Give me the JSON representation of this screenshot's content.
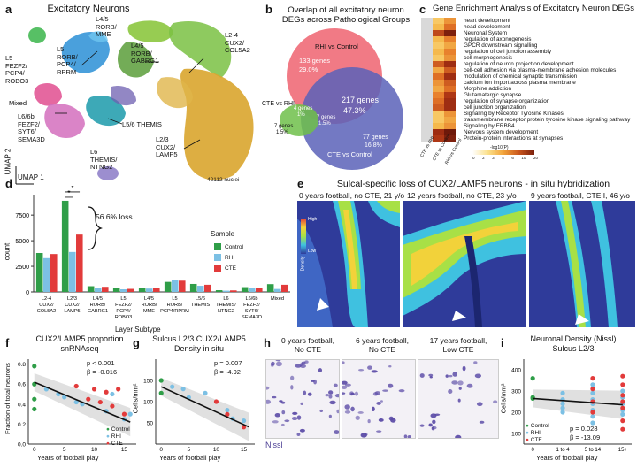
{
  "panel_labels": {
    "a": "a",
    "b": "b",
    "c": "c",
    "d": "d",
    "e": "e",
    "f": "f",
    "g": "g",
    "h": "h",
    "i": "i"
  },
  "umap": {
    "title": "Excitatory Neurons",
    "axis_y": "UMAP 2",
    "axis_x": "UMAP 1",
    "nuclei": "42112 nuclei",
    "clusters": [
      {
        "label": "L5\nFEZF2/\nPCP4/\nROBO3",
        "color": "#39b54a"
      },
      {
        "label": "L5\nRORB/\nPCP4/\nRPRM",
        "color": "#2a8fd6"
      },
      {
        "label": "L4/5\nRORB/\nMME",
        "color": "#8cc63f"
      },
      {
        "label": "L4/5\nRORB/\nGABRG1",
        "color": "#5a9e3a"
      },
      {
        "label": "L2-4\nCUX2/\nCOL5A2",
        "color": "#7ac143"
      },
      {
        "label": "Mixed",
        "color": "#e04e8f"
      },
      {
        "label": "L6/6b\nFEZF2/\nSYT6/\nSEMA3D",
        "color": "#d36fbd"
      },
      {
        "label": "L5/6 THEMIS",
        "color": "#1b9aaa"
      },
      {
        "label": "L2/3\nCUX2/\nLAMP5",
        "color": "#d9a52e"
      },
      {
        "label": "L6\nTHEMIS/\nNTNG2",
        "color": "#8b7ac7"
      }
    ]
  },
  "venn": {
    "title": "Overlap of all excitatory neuron\nDEGs across Pathological Groups",
    "rhi_label": "RHI vs Control",
    "rhi_genes": "133 genes",
    "rhi_pct": "29.0%",
    "cte_control_label": "CTE vs Control",
    "center_genes": "217 genes",
    "center_pct": "47.3%",
    "cte_only_genes": "77 genes",
    "cte_only_pct": "16.8%",
    "cte_rhi_label": "CTE vs RHI",
    "small_a": "4 genes",
    "small_a_pct": "1%",
    "small_b": "7 genes",
    "small_b_pct": "1.5%",
    "small_c": "7 genes",
    "small_c_pct": "1.5%",
    "colors": {
      "rhi": "#ef6b78",
      "cte": "#5b62b8",
      "cte_rhi": "#6fbf4a"
    }
  },
  "heatmap": {
    "title": "Gene Enrichment Analysis of Excitatory Neuron DEGs",
    "terms": [
      "heart development",
      "head development",
      "Neuronal System",
      "regulation of axonogenesis",
      "GPCR downstream signalling",
      "regulation of cell junction assembly",
      "cell morphogenesis",
      "regulation of neuron projection development",
      "cell-cell adhesion via plasma-membrane adhesion molecules",
      "modulation of chemical synaptic transmission",
      "calcium ion import across plasma membrane",
      "Morphine addiction",
      "Glutamatergic synapse",
      "regulation of synapse organization",
      "cell junction organization",
      "Signaling by Receptor Tyrosine Kinases",
      "transmembrane receptor protein tyrosine kinase signaling pathway",
      "Signaling by ERBB4",
      "Nervous system development",
      "Protein-protein interactions at synapses"
    ],
    "columns": [
      "CTE vs RHI",
      "CTE vs Control",
      "RHI vs Control"
    ],
    "values": [
      [
        0,
        3,
        6
      ],
      [
        0,
        4,
        8
      ],
      [
        0,
        10,
        14
      ],
      [
        0,
        4,
        7
      ],
      [
        0,
        3,
        5
      ],
      [
        0,
        4,
        7
      ],
      [
        0,
        3,
        6
      ],
      [
        0,
        9,
        12
      ],
      [
        0,
        5,
        9
      ],
      [
        0,
        8,
        12
      ],
      [
        0,
        6,
        9
      ],
      [
        0,
        5,
        8
      ],
      [
        0,
        7,
        11
      ],
      [
        0,
        8,
        12
      ],
      [
        0,
        9,
        12
      ],
      [
        0,
        3,
        6
      ],
      [
        0,
        3,
        5
      ],
      [
        0,
        4,
        6
      ],
      [
        0,
        12,
        15
      ],
      [
        0,
        11,
        14
      ]
    ],
    "scale_label": "-log10(P)",
    "scale_ticks": [
      "0",
      "2",
      "3",
      "4",
      "6",
      "10",
      "20"
    ]
  },
  "chart_data": [
    {
      "type": "bar",
      "title": "",
      "ylabel": "count",
      "xlabel": "Layer Subtype",
      "ylim": [
        0,
        9500
      ],
      "categories": [
        "L2-4\nCUX2/\nCOL5A2",
        "L2/3\nCUX2/\nLAMP5",
        "L4/5\nRORB/\nGABRG1",
        "L5\nFEZF2/\nPCP4/\nROBO3",
        "L4/5\nRORB/\nMME",
        "L5\nRORB/\nPCP4/RPRM",
        "L5/6\nTHEMIS",
        "L6\nTHEMIS/\nNTNG2",
        "L6/6b\nFEZF2/\nSYT6/\nSEMA3D",
        "Mixed"
      ],
      "series": [
        {
          "name": "Control",
          "values": [
            3800,
            8900,
            560,
            380,
            420,
            980,
            780,
            170,
            470,
            760
          ]
        },
        {
          "name": "RHI",
          "values": [
            3300,
            3900,
            420,
            260,
            330,
            1150,
            600,
            120,
            390,
            290
          ]
        },
        {
          "name": "CTE",
          "values": [
            3700,
            5600,
            500,
            300,
            380,
            1100,
            700,
            150,
            420,
            700
          ]
        }
      ],
      "colors": {
        "Control": "#2f9e48",
        "RHI": "#7cc0e4",
        "CTE": "#e23b3b"
      },
      "yticks": [
        "0",
        "2500",
        "5000",
        "7500"
      ],
      "annotation": "56.6% loss",
      "legend_title": "Sample",
      "sig_marks": [
        "*",
        "*"
      ]
    },
    {
      "type": "scatter",
      "title": "CUX2/LAMP5 proportion\nsnRNAseq",
      "xlabel": "Years of football play",
      "ylabel": "Fraction of total neurons",
      "xlim": [
        -1,
        17
      ],
      "ylim": [
        0,
        0.85
      ],
      "xticks": [
        "0",
        "5",
        "10",
        "15"
      ],
      "yticks": [
        "0.0",
        "0.2",
        "0.4",
        "0.6",
        "0.8"
      ],
      "stats": [
        "p < 0.001",
        "β = -0.016"
      ],
      "legend": [
        "Control",
        "RHI",
        "CTE"
      ],
      "series": [
        {
          "name": "Control",
          "points": [
            [
              0,
              0.78
            ],
            [
              0,
              0.6
            ],
            [
              0,
              0.45
            ],
            [
              0,
              0.35
            ]
          ]
        },
        {
          "name": "RHI",
          "points": [
            [
              2,
              0.55
            ],
            [
              4,
              0.5
            ],
            [
              5,
              0.47
            ],
            [
              7,
              0.42
            ],
            [
              8,
              0.4
            ],
            [
              12,
              0.33
            ],
            [
              13,
              0.5
            ],
            [
              15,
              0.25
            ],
            [
              16,
              0.3
            ]
          ]
        },
        {
          "name": "CTE",
          "points": [
            [
              7,
              0.58
            ],
            [
              9,
              0.45
            ],
            [
              10,
              0.55
            ],
            [
              11,
              0.42
            ],
            [
              12,
              0.52
            ],
            [
              13,
              0.38
            ],
            [
              14,
              0.55
            ],
            [
              15,
              0.3
            ]
          ]
        }
      ],
      "trend": [
        [
          0,
          0.62
        ],
        [
          16,
          0.22
        ]
      ]
    },
    {
      "type": "scatter",
      "title": "Sulcus L2/3 CUX2/LAMP5\nDensity in situ",
      "xlabel": "Years of football play",
      "ylabel": "Cells/mm²",
      "xlim": [
        -1,
        17
      ],
      "ylim": [
        0,
        200
      ],
      "xticks": [
        "0",
        "5",
        "10",
        "15"
      ],
      "yticks": [
        "50",
        "100",
        "150"
      ],
      "stats": [
        "p = 0.007",
        "β = -4.92"
      ],
      "series": [
        {
          "name": "Control",
          "points": [
            [
              0,
              150
            ],
            [
              0,
              120
            ]
          ]
        },
        {
          "name": "RHI",
          "points": [
            [
              2,
              135
            ],
            [
              4,
              130
            ],
            [
              5,
              110
            ],
            [
              8,
              120
            ],
            [
              12,
              80
            ],
            [
              13,
              60
            ],
            [
              15,
              55
            ]
          ]
        },
        {
          "name": "CTE",
          "points": [
            [
              10,
              100
            ],
            [
              12,
              70
            ],
            [
              15,
              40
            ]
          ]
        }
      ],
      "trend": [
        [
          0,
          135
        ],
        [
          16,
          40
        ]
      ]
    },
    {
      "type": "scatter",
      "title": "Neuronal Density (Nissl)\nSulcus L2/3",
      "xlabel": "Years of football play",
      "ylabel": "Cells/mm²",
      "xticks": [
        "0",
        "1 to 4",
        "5 to 14",
        "15+"
      ],
      "yticks": [
        "100",
        "200",
        "300",
        "400"
      ],
      "ylim": [
        50,
        450
      ],
      "stats": [
        "p = 0.028",
        "β = -13.09"
      ],
      "legend": [
        "Control",
        "RHI",
        "CTE"
      ],
      "series": [
        {
          "name": "Control",
          "points": [
            [
              0,
              360
            ],
            [
              0,
              270
            ],
            [
              0,
              265
            ]
          ]
        },
        {
          "name": "RHI",
          "points": [
            [
              1,
              290
            ],
            [
              1,
              260
            ],
            [
              1,
              240
            ],
            [
              1,
              220
            ],
            [
              1,
              200
            ],
            [
              2,
              330
            ],
            [
              2,
              290
            ],
            [
              2,
              260
            ],
            [
              2,
              240
            ],
            [
              2,
              210
            ],
            [
              2,
              180
            ],
            [
              2,
              150
            ],
            [
              3,
              300
            ],
            [
              3,
              270
            ],
            [
              3,
              240
            ],
            [
              3,
              210
            ],
            [
              3,
              190
            ]
          ]
        },
        {
          "name": "CTE",
          "points": [
            [
              2,
              360
            ],
            [
              2,
              310
            ],
            [
              2,
              250
            ],
            [
              2,
              200
            ],
            [
              3,
              370
            ],
            [
              3,
              330
            ],
            [
              3,
              280
            ],
            [
              3,
              250
            ],
            [
              3,
              220
            ],
            [
              3,
              160
            ],
            [
              3,
              120
            ]
          ]
        }
      ],
      "trend": [
        [
          0,
          265
        ],
        [
          3,
          235
        ]
      ]
    }
  ],
  "panel_e": {
    "title": "Sulcal-specific loss of CUX2/LAMP5 neurons - in situ hybridization",
    "images": [
      "0 years football, no CTE, 21 y/o",
      "12 years football, no CTE, 23 y/o",
      "9 years football, CTE I, 46 y/o"
    ],
    "density_high": "High",
    "density_low": "Low",
    "density_label": "Density"
  },
  "panel_h": {
    "images": [
      "0 years football,\nNo CTE",
      "6 years football,\nNo CTE",
      "17 years football,\nLow CTE"
    ],
    "stain": "Nissl"
  }
}
